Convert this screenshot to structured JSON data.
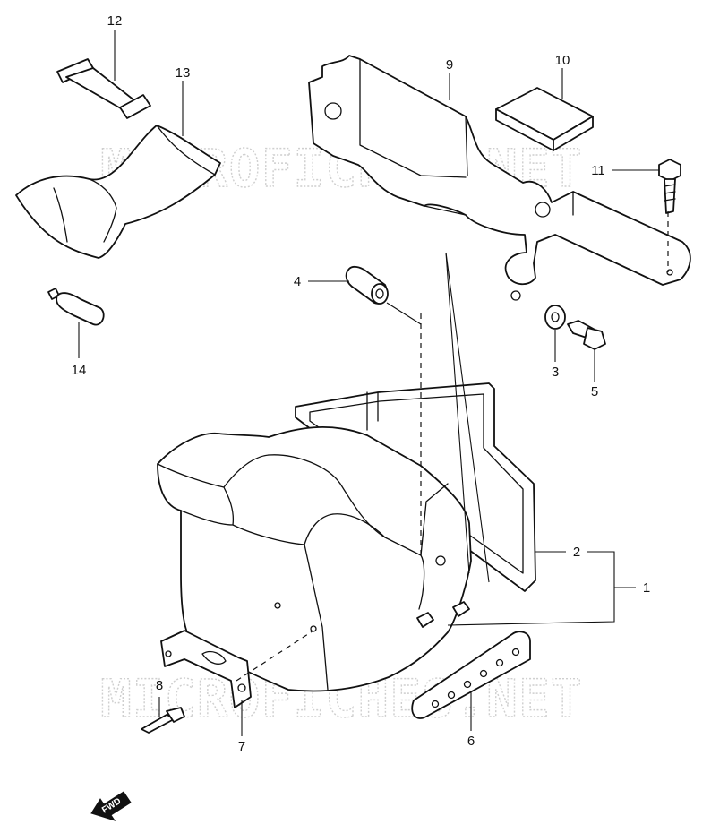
{
  "watermark": {
    "text": "MICROFICHES.NET"
  },
  "fwd_badge": {
    "label": "FWD"
  },
  "callouts": {
    "c1": "1",
    "c2": "2",
    "c3": "3",
    "c4": "4",
    "c5": "5",
    "c6": "6",
    "c7": "7",
    "c8": "8",
    "c9": "9",
    "c10": "10",
    "c11": "11",
    "c12": "12",
    "c13": "13",
    "c14": "14"
  }
}
